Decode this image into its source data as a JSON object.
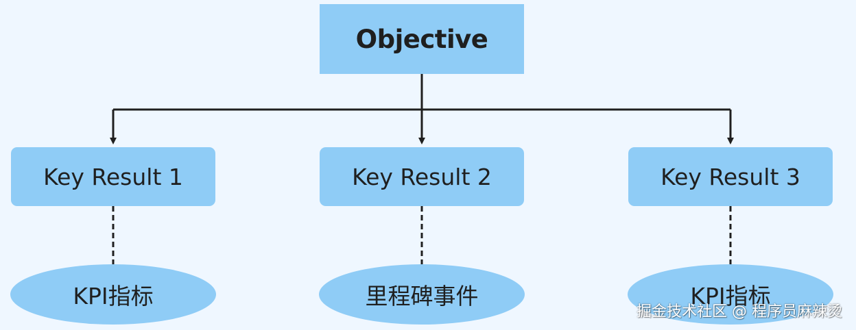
{
  "diagram": {
    "objective": "Objective",
    "key_results": [
      "Key Result 1",
      "Key Result 2",
      "Key Result 3"
    ],
    "measures": [
      "KPI指标",
      "里程碑事件",
      "KPI指标"
    ],
    "colors": {
      "background": "#eff7ff",
      "box_fill": "#8fccf6",
      "connector": "#1f1f1f"
    }
  },
  "watermark": "掘金技术社区 @ 程序员麻辣烫"
}
